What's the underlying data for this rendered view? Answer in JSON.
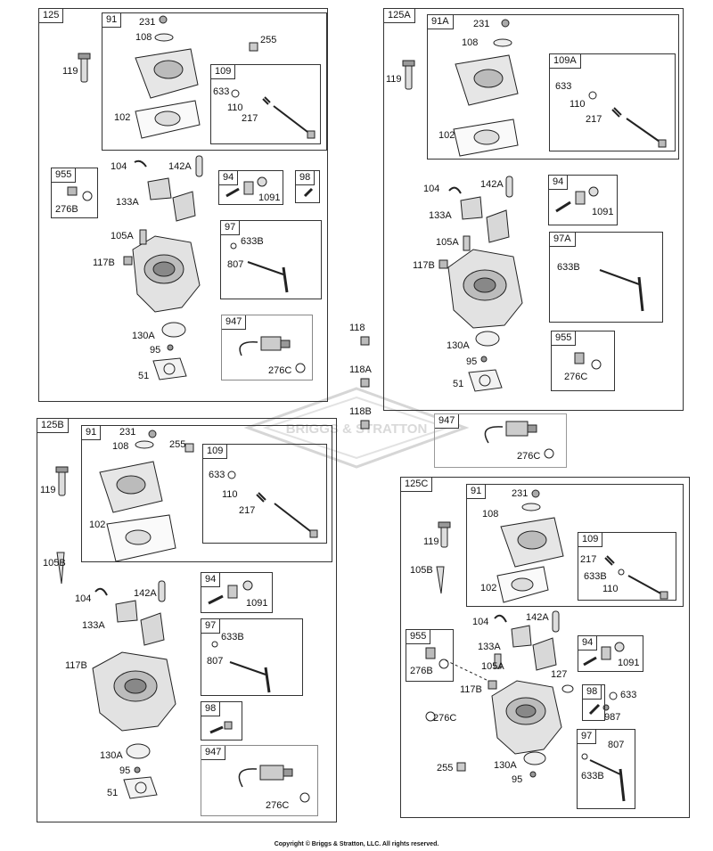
{
  "copyright": "Copyright © Briggs & Stratton, LLC. All rights reserved.",
  "watermark": "BRIGGS & STRATTON",
  "panels": {
    "p125": {
      "tag": "125",
      "labels": {
        "119": "119",
        "91": "91",
        "231": "231",
        "108": "108",
        "255": "255",
        "109": "109",
        "633": "633",
        "110": "110",
        "217": "217",
        "102": "102",
        "104": "104",
        "142A": "142A",
        "955": "955",
        "276B": "276B",
        "133A": "133A",
        "94": "94",
        "1091": "1091",
        "98": "98",
        "105A": "105A",
        "97": "97",
        "633B": "633B",
        "117B": "117B",
        "807": "807",
        "947": "947",
        "130A": "130A",
        "95": "95",
        "276C": "276C",
        "51": "51"
      }
    },
    "p125A": {
      "tag": "125A",
      "labels": {
        "119": "119",
        "91A": "91A",
        "231": "231",
        "108": "108",
        "109A": "109A",
        "633": "633",
        "110": "110",
        "217": "217",
        "102": "102",
        "104": "104",
        "142A": "142A",
        "94": "94",
        "1091": "1091",
        "133A": "133A",
        "105A": "105A",
        "97A": "97A",
        "117B": "117B",
        "633B": "633B",
        "130A": "130A",
        "955": "955",
        "95": "95",
        "276C": "276C",
        "51": "51"
      }
    },
    "loose": {
      "118": "118",
      "118A": "118A",
      "118B": "118B",
      "947": "947",
      "276C": "276C"
    },
    "p125B": {
      "tag": "125B",
      "labels": {
        "119": "119",
        "91": "91",
        "231": "231",
        "108": "108",
        "255": "255",
        "109": "109",
        "633": "633",
        "110": "110",
        "217": "217",
        "102": "102",
        "105B": "105B",
        "104": "104",
        "142A": "142A",
        "94": "94",
        "1091": "1091",
        "133A": "133A",
        "97": "97",
        "633B": "633B",
        "117B": "117B",
        "807": "807",
        "98": "98",
        "130A": "130A",
        "947": "947",
        "95": "95",
        "51": "51",
        "276C": "276C"
      }
    },
    "p125C": {
      "tag": "125C",
      "labels": {
        "119": "119",
        "91": "91",
        "231": "231",
        "108": "108",
        "109": "109",
        "217": "217",
        "105B": "105B",
        "633B": "633B",
        "102": "102",
        "110": "110",
        "104": "104",
        "142A": "142A",
        "955": "955",
        "133A": "133A",
        "94": "94",
        "1091": "1091",
        "276B": "276B",
        "105A": "105A",
        "127": "127",
        "117B": "117B",
        "98": "98",
        "633": "633",
        "276C": "276C",
        "987": "987",
        "97": "97",
        "807": "807",
        "255": "255",
        "130A": "130A",
        "95": "95"
      }
    }
  }
}
